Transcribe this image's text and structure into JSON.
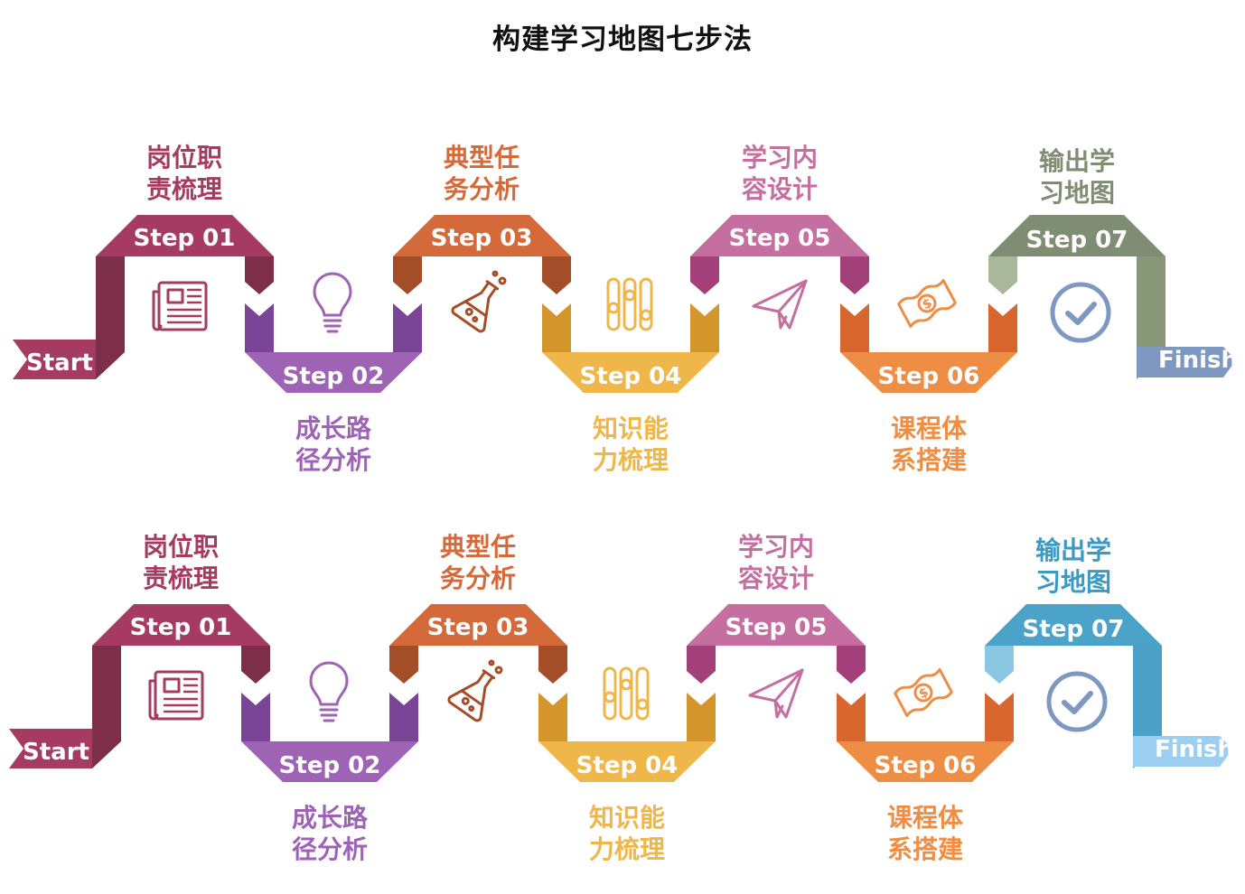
{
  "title": "构建学习地图七步法",
  "start_label": "Start",
  "finish_label": "Finish",
  "steps": [
    {
      "label": "Step 01",
      "line1": "岗位职",
      "line2": "责梳理",
      "icon": "newspaper-icon",
      "color": "#A63B61",
      "dark": "#7D2F4A"
    },
    {
      "label": "Step 02",
      "line1": "成长路",
      "line2": "径分析",
      "icon": "lightbulb-icon",
      "color": "#9E63B5",
      "dark": "#7A4596"
    },
    {
      "label": "Step 03",
      "line1": "典型任",
      "line2": "务分析",
      "icon": "flask-icon",
      "color": "#D4693A",
      "dark": "#A34E28"
    },
    {
      "label": "Step 04",
      "line1": "知识能",
      "line2": "力梳理",
      "icon": "sliders-icon",
      "color": "#EFB64A",
      "dark": "#D4952A"
    },
    {
      "label": "Step 05",
      "line1": "学习内",
      "line2": "容设计",
      "icon": "paper-plane-icon",
      "color": "#C46FA0",
      "dark": "#A3407A"
    },
    {
      "label": "Step 06",
      "line1": "课程体",
      "line2": "系搭建",
      "icon": "money-icon",
      "color": "#EE8E45",
      "dark": "#D9662C"
    }
  ],
  "rows": [
    {
      "step7": {
        "label": "Step 07",
        "line1": "输出学",
        "line2": "习地图",
        "icon": "check-circle-icon",
        "color": "#7F8E72",
        "dark": "#889777",
        "light": "#A9B898",
        "text_color": "#7F8E72"
      },
      "finish_color": "#7F98C2",
      "check_color": "#7F98C2"
    },
    {
      "step7": {
        "label": "Step 07",
        "line1": "输出学",
        "line2": "习地图",
        "icon": "check-circle-icon",
        "color": "#4BA3C9",
        "dark": "#4AA0C6",
        "light": "#8BC7E3",
        "text_color": "#3A9AC4"
      },
      "finish_color": "#9CCEF0",
      "check_color": "#7F98C2"
    }
  ]
}
